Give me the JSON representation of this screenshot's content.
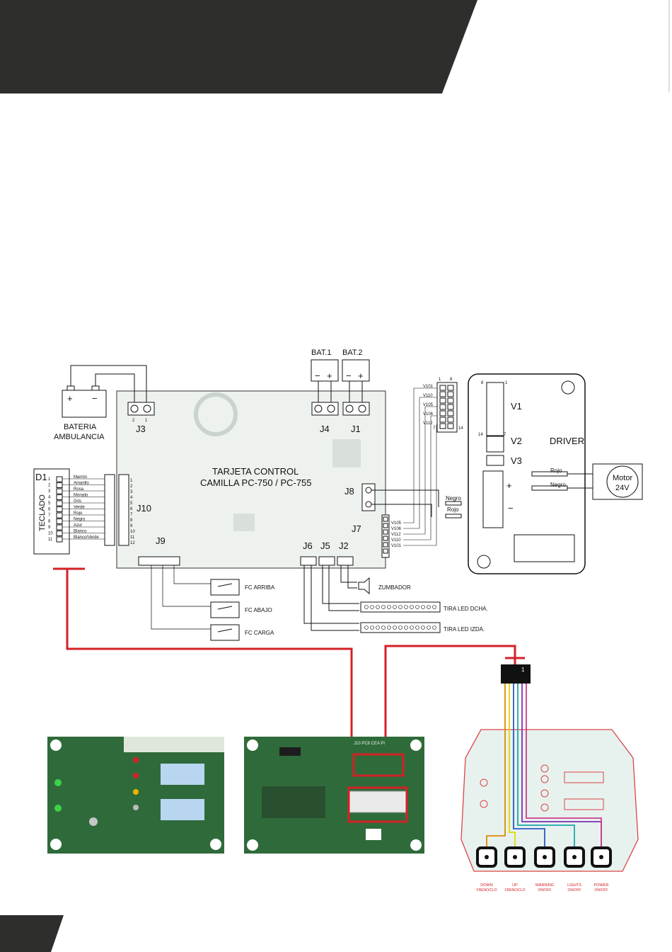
{
  "colors": {
    "banner": "#2e2f2d",
    "wire": "#d42127",
    "board": "#2f6b3a"
  },
  "battery": {
    "label_line1": "BATERIA",
    "label_line2": "AMBULANCIA",
    "plus": "+",
    "minus": "−"
  },
  "bat1": {
    "label": "BAT.1"
  },
  "bat2": {
    "label": "BAT.2"
  },
  "board": {
    "title_line1": "TARJETA CONTROL",
    "title_line2": "CAMILLA PC-750 / PC-755"
  },
  "connectors": {
    "J3": "J3",
    "J4": "J4",
    "J1": "J1",
    "J8": "J8",
    "J10": "J10",
    "J7": "J7",
    "J9": "J9",
    "J6": "J6",
    "J5": "J5",
    "J2": "J2",
    "D1": "D1"
  },
  "pins": {
    "p1": "1",
    "p2": "2",
    "p3": "3",
    "p4": "4",
    "p5": "5",
    "p6": "6",
    "p7": "7",
    "p8": "8",
    "p14": "14"
  },
  "keypad": {
    "label": "TECLADO",
    "wires": [
      "Marrón",
      "Amarillo",
      "Rosa",
      "Morado",
      "Gris",
      "Verde",
      "Rojo",
      "Negro",
      "Azul",
      "Blanco",
      "Blanco/Verde"
    ]
  },
  "j7_wires": [
    "V105",
    "V106",
    "V112",
    "V110",
    "V101"
  ],
  "v1_wires": [
    "V101",
    "V110",
    "V105",
    "V106",
    "V112"
  ],
  "j8_wires": {
    "negro": "Negro",
    "rojo": "Rojo"
  },
  "driver": {
    "label": "DRIVER",
    "v1": "V1",
    "v2": "V2",
    "v3": "V3"
  },
  "motor": {
    "line1": "Motor",
    "line2": "24V",
    "rojo": "Rojo",
    "negro": "Negro"
  },
  "switches": [
    "FC ARRIBA",
    "FC ABAJO",
    "FC CARGA"
  ],
  "outputs": {
    "zumbador": "ZUMBADOR",
    "led_right": "TIRA LED DCHA.",
    "led_left": "TIRA LED IZDA."
  },
  "keypad_buttons": [
    {
      "line1": "DOWN",
      "line2": "FRENO/CLD"
    },
    {
      "line1": "UP",
      "line2": "FRENO/CLD"
    },
    {
      "line1": "WARNING",
      "line2": "ON/OFF"
    },
    {
      "line1": "LIGHTS",
      "line2": "ON/OFF"
    },
    {
      "line1": "POWER",
      "line2": "ON/OFF"
    }
  ],
  "flat_connector": {
    "pin": "1"
  },
  "pcb_silk": "J10 PC8 CEA PI"
}
